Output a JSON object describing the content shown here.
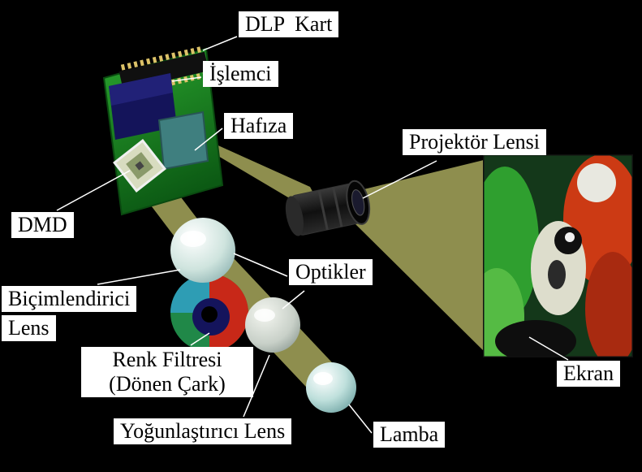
{
  "diagram": {
    "description": "DLP projector working-principle diagram (Turkish labels)",
    "labels": {
      "dlp_kart": "DLP  Kart",
      "islemci": "İşlemci",
      "hafiza": "Hafıza",
      "dmd": "DMD",
      "projektor_lensi": "Projektör Lensi",
      "bicimlendirici_line1": "Biçimlendirici",
      "bicimlendirici_line2": "Lens",
      "renk_filtresi_line1": "Renk Filtresi",
      "renk_filtresi_line2": "(Dönen Çark)",
      "yogunlastirici_lens": "Yoğunlaştırıcı Lens",
      "optikler": "Optikler",
      "lamba": "Lamba",
      "ekran": "Ekran"
    },
    "colors": {
      "background": "#000000",
      "label_background": "#ffffff",
      "label_text": "#000000",
      "light_beam": "#8e8e4e",
      "board_green": "#1f8f2a",
      "processor_chip": "#14145a",
      "memory_teal": "#3f7f7f",
      "wheel_red": "#c82818",
      "wheel_green": "#208848",
      "wheel_blue": "#30a0c0",
      "leader_line": "#ffffff"
    }
  }
}
